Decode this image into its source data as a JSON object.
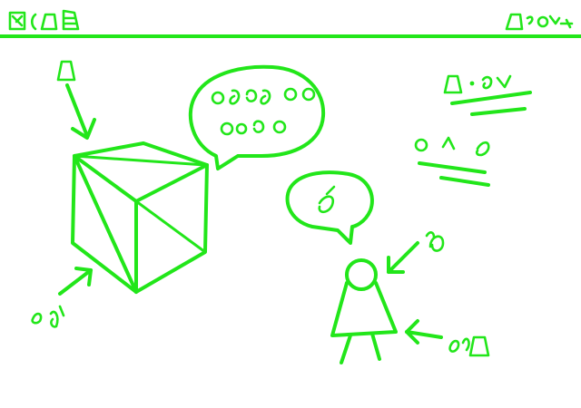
{
  "colors": {
    "stroke": "#22e61a",
    "background": "#ffffff"
  },
  "header": {
    "left_glyphs_icon": "sketch-glyph-title-icon",
    "right_glyphs_icon": "sketch-glyph-menu-icon"
  },
  "diagram": {
    "cube_icon": "wireframe-cube-icon",
    "figure_icon": "stick-figure-icon",
    "bubbles": [
      "cube-speech-bubble",
      "figure-speech-bubble"
    ],
    "notes": [
      "note-1",
      "note-2"
    ]
  }
}
